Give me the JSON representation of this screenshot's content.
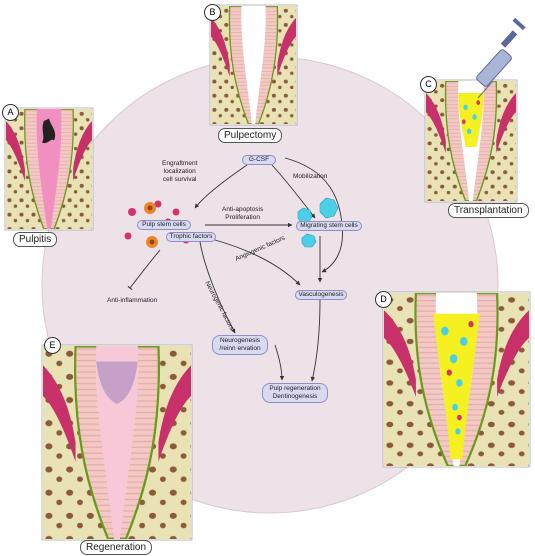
{
  "panels": {
    "a": {
      "letter": "A",
      "caption": "Pulpitis"
    },
    "b": {
      "letter": "B",
      "caption": "Pulpectomy"
    },
    "c": {
      "letter": "C",
      "caption": "Transplantation"
    },
    "d": {
      "letter": "D",
      "caption": ""
    },
    "e": {
      "letter": "E",
      "caption": "Regeneration"
    }
  },
  "nodes": {
    "gcsf": "G-CSF",
    "pulp_stem_cells": "Pulp stem cells",
    "trophic_factors": "Trophic factors",
    "migrating_stem_cells": "Migrating stem cells",
    "vasculogenesis": "Vasculogenesis",
    "neurogenesis_line1": "Neurogenesis",
    "neurogenesis_line2": "/reinn ervation",
    "pulp_regen_line1": "Pulp regeneration",
    "pulp_regen_line2": "Dentinogenesis"
  },
  "annotations": {
    "engraftment_line1": "Engraftment",
    "engraftment_line2": "localization",
    "engraftment_line3": "cell survival",
    "mobilization": "Mobilization",
    "anti_apoptosis": "Anti-apoptosis",
    "proliferation": "Proliferation",
    "anti_inflammation": "Anti-inflammation",
    "angiogenic": "Angiogenic factors",
    "neurogenic": "Neurogenic factors"
  },
  "colors": {
    "background_circle": "#ece2e8",
    "node_fill": "#d9d9f2",
    "enamel": "#f2c9c4",
    "pulp": "#f08fc0",
    "bone": "#e8e2b4",
    "gingiva": "#c8306a",
    "root_outline": "#6a9a1a",
    "scaffold": "#f5f020",
    "stem_cell": "#4ad0e6",
    "red_cell": "#d8306a",
    "orange_cell": "#f0842a",
    "needle": "#7080b0"
  }
}
